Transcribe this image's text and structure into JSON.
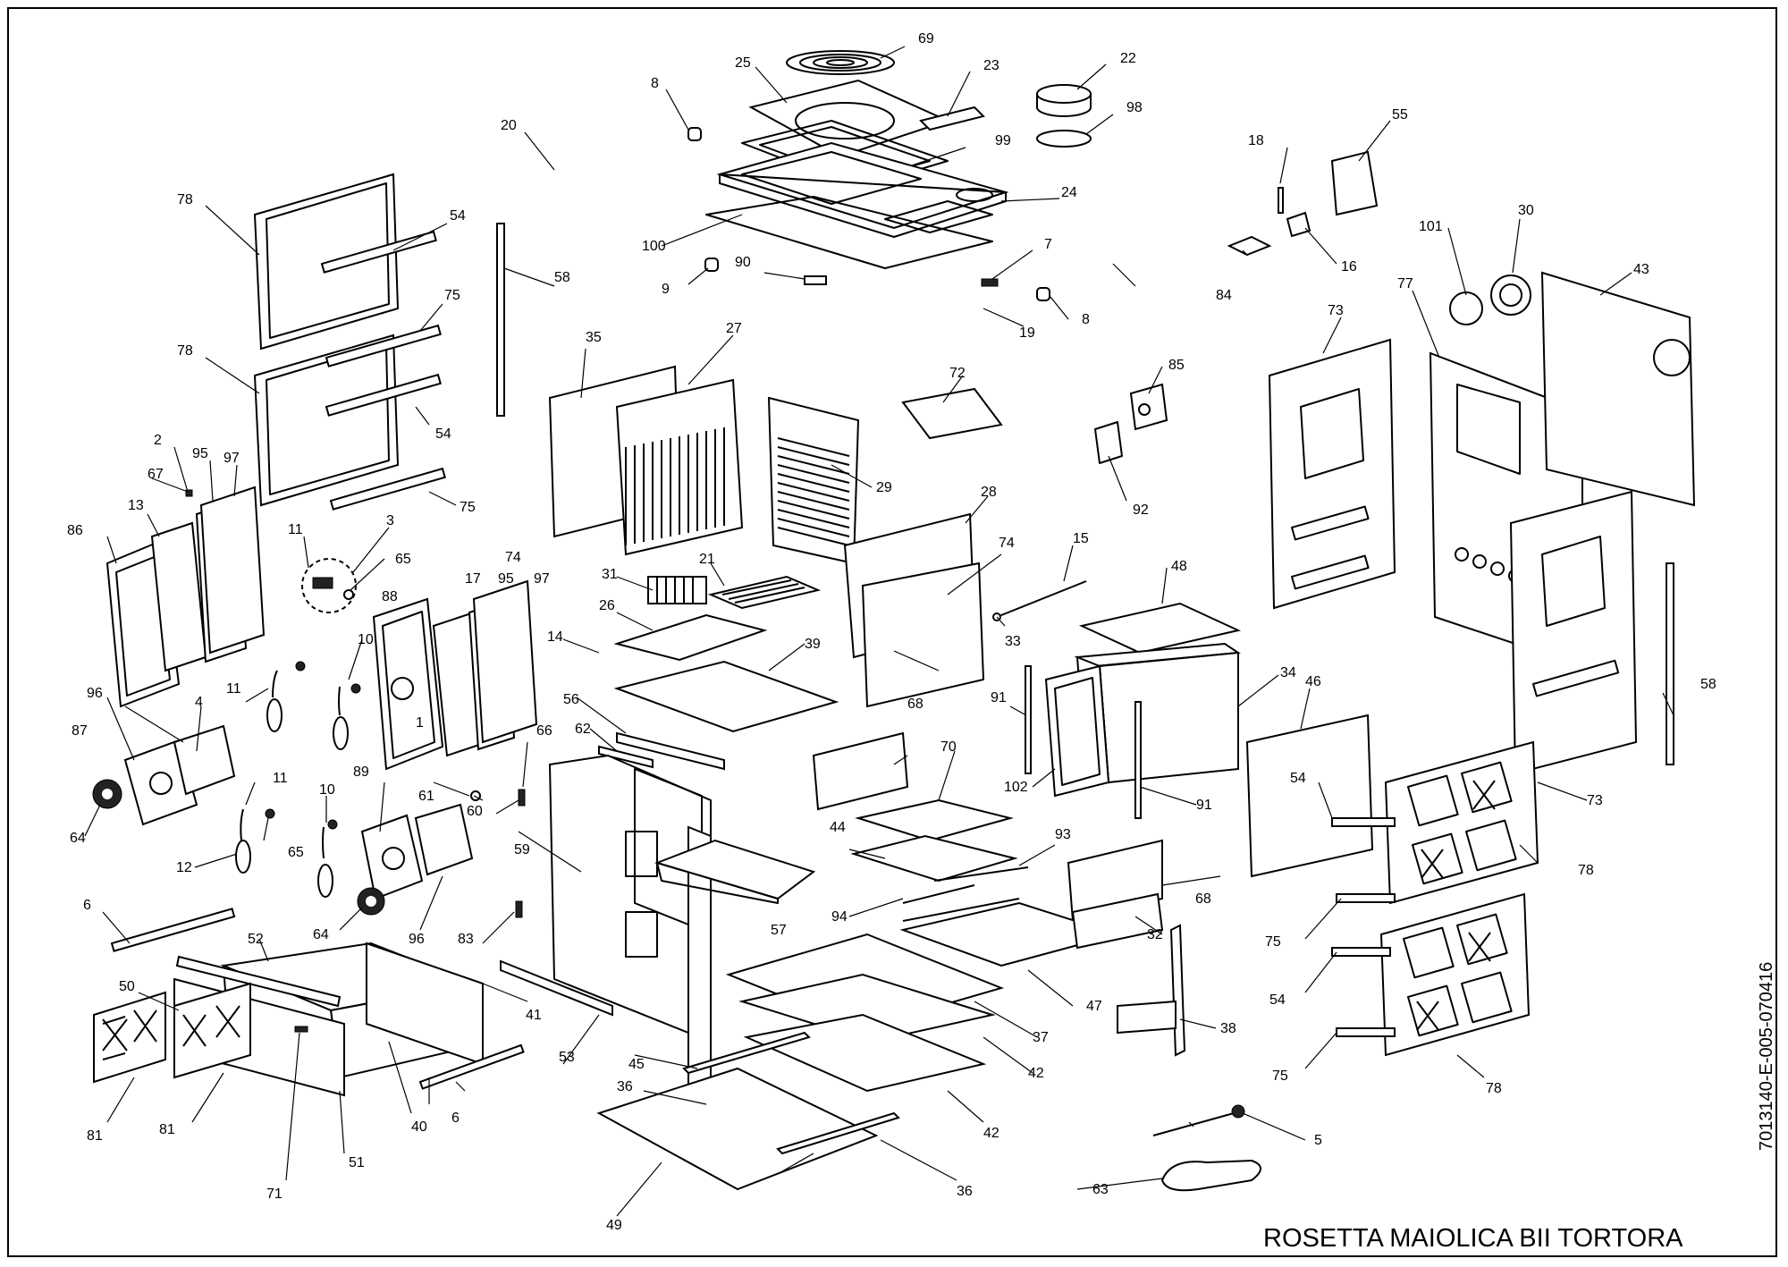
{
  "title": "ROSETTA MAIOLICA BII TORTORA",
  "drawing_code": "7013140-E-005-070416",
  "labels": {
    "l1": "1",
    "l2": "2",
    "l3": "3",
    "l4": "4",
    "l5": "5",
    "l6a": "6",
    "l6b": "6",
    "l7": "7",
    "l8a": "8",
    "l8b": "8",
    "l9": "9",
    "l10a": "10",
    "l10b": "10",
    "l11a": "11",
    "l11b": "11",
    "l11c": "11",
    "l12": "12",
    "l13": "13",
    "l14": "14",
    "l15": "15",
    "l16": "16",
    "l17": "17",
    "l18": "18",
    "l19": "19",
    "l20": "20",
    "l21": "21",
    "l22": "22",
    "l23": "23",
    "l24": "24",
    "l25": "25",
    "l26": "26",
    "l27": "27",
    "l28": "28",
    "l29": "29",
    "l30": "30",
    "l31": "31",
    "l32": "32",
    "l33": "33",
    "l34": "34",
    "l35": "35",
    "l36a": "36",
    "l36b": "36",
    "l37": "37",
    "l38": "38",
    "l39": "39",
    "l40": "40",
    "l41": "41",
    "l42a": "42",
    "l42b": "42",
    "l43": "43",
    "l44": "44",
    "l45": "45",
    "l46": "46",
    "l47": "47",
    "l48": "48",
    "l49": "49",
    "l50": "50",
    "l51": "51",
    "l52": "52",
    "l53": "53",
    "l54a": "54",
    "l54b": "54",
    "l54c": "54",
    "l54d": "54",
    "l55": "55",
    "l56": "56",
    "l57": "57",
    "l58a": "58",
    "l58b": "58",
    "l59": "59",
    "l60": "60",
    "l61": "61",
    "l62": "62",
    "l63": "63",
    "l64a": "64",
    "l64b": "64",
    "l65a": "65",
    "l65b": "65",
    "l66": "66",
    "l67": "67",
    "l68a": "68",
    "l68b": "68",
    "l69": "69",
    "l70": "70",
    "l71": "71",
    "l72": "72",
    "l73a": "73",
    "l73b": "73",
    "l74a": "74",
    "l74b": "74",
    "l75a": "75",
    "l75b": "75",
    "l75c": "75",
    "l75d": "75",
    "l77": "77",
    "l78a": "78",
    "l78b": "78",
    "l78c": "78",
    "l78d": "78",
    "l81a": "81",
    "l81b": "81",
    "l83": "83",
    "l84": "84",
    "l85": "85",
    "l86": "86",
    "l87": "87",
    "l88": "88",
    "l89": "89",
    "l90": "90",
    "l91a": "91",
    "l91b": "91",
    "l92": "92",
    "l93": "93",
    "l94": "94",
    "l95a": "95",
    "l95b": "95",
    "l96a": "96",
    "l96b": "96",
    "l97a": "97",
    "l97b": "97",
    "l98": "98",
    "l99": "99",
    "l100": "100",
    "l101": "101",
    "l102": "102"
  }
}
